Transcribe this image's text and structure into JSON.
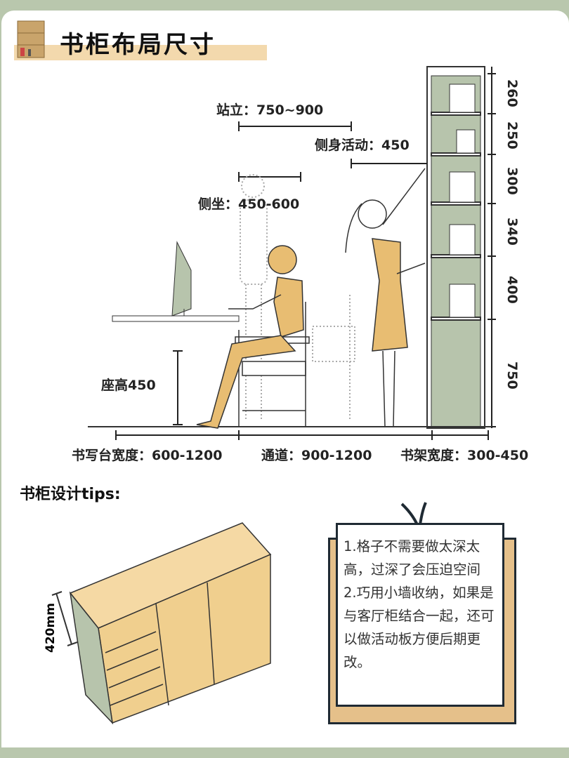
{
  "title": "书柜布局尺寸",
  "dimensions": {
    "standing": "站立：750~900",
    "side_activity": "侧身活动：450",
    "side_sitting": "侧坐：450-600",
    "seat_height": "座高450",
    "desk_width": "书写台宽度：600-1200",
    "aisle": "通道：900-1200",
    "shelf_width": "书架宽度：300-450",
    "shelf_heights": [
      "260",
      "250",
      "300",
      "340",
      "400",
      "750"
    ]
  },
  "tips": {
    "heading": "书柜设计tips:",
    "cabinet_depth": "420mm",
    "items": [
      "1.格子不需要做太深太高，过深了会压迫空间",
      "2.巧用小墙收纳，如果是与客厅柜结合一起，还可以做活动板方便后期更改。"
    ]
  },
  "colors": {
    "background": "#b9c7ad",
    "accent": "#f3d9ad",
    "figure": "#e8bd72",
    "shelf": "#b7c4ac"
  }
}
